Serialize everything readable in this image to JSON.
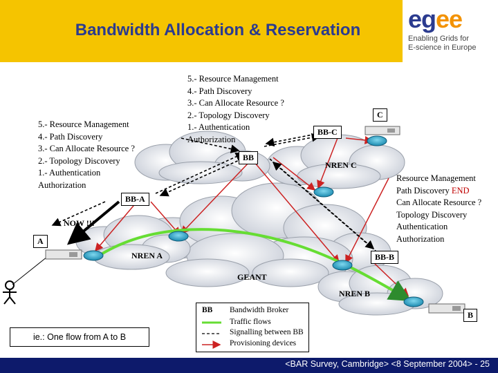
{
  "title": "Bandwidth Allocation & Reservation",
  "logo": {
    "word_a": "eg",
    "word_b": "ee",
    "tagline_1": "Enabling Grids for",
    "tagline_2": "E-science in Europe"
  },
  "steps_left": [
    "5.- Resource Management",
    "4.- Path Discovery",
    "3.- Can Allocate Resource ?",
    "2.- Topology Discovery",
    "1.- Authentication",
    "Authorization"
  ],
  "steps_top": [
    "5.- Resource Management",
    "4.- Path Discovery",
    "3.- Can Allocate Resource ?",
    "2.- Topology Discovery",
    "1.- Authentication",
    "Authorization"
  ],
  "steps_right": {
    "resource_management": "Resource Management",
    "path_discovery": "Path Discovery",
    "end_word": "END",
    "can_allocate": "Can Allocate Resource ?",
    "topology": "Topology Discovery",
    "authentication": "Authentication",
    "authorization": "Authorization"
  },
  "nodes": {
    "bb": "BB",
    "bb_a": "BB-A",
    "bb_b": "BB-B",
    "bb_c": "BB-C",
    "a": "A",
    "b": "B",
    "c": "C",
    "now": "NOW !!!",
    "nren_a": "NREN A",
    "nren_b": "NREN B",
    "nren_c": "NREN C",
    "geant": "GEANT"
  },
  "legend": {
    "bb_key": "BB",
    "bb_value": "Bandwidth Broker",
    "traffic": "Traffic flows",
    "signalling": "Signalling between BB",
    "provisioning": "Provisioning devices"
  },
  "caption": "ie.: One flow from A to B",
  "footer": "<BAR Survey, Cambridge> <8 September 2004> - 25",
  "colors": {
    "header": "#f5c400",
    "title": "#2b3b8f",
    "footer": "#0d1a6b",
    "traffic": "#66dd33",
    "provisioning": "#cc2222",
    "end": "#c00000"
  }
}
